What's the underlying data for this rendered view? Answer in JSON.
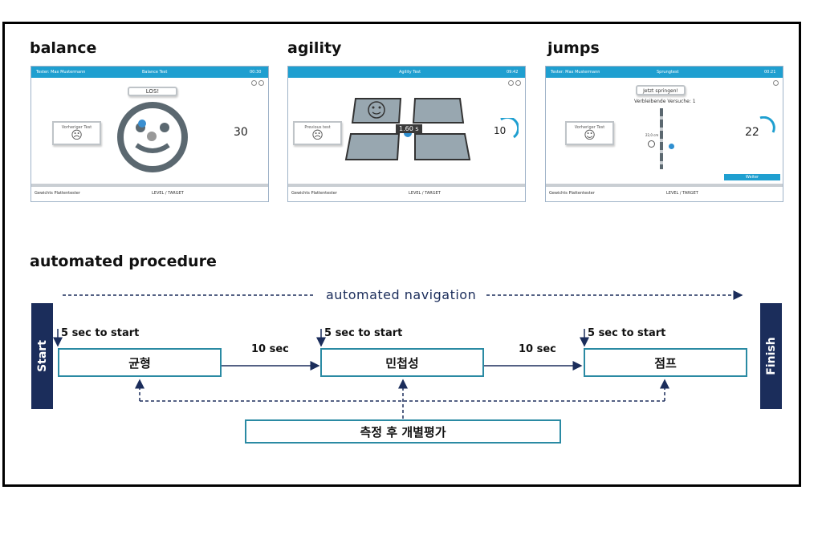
{
  "headings": {
    "balance": "balance",
    "agility": "agility",
    "jumps": "jumps",
    "procedure": "automated procedure"
  },
  "balance_shot": {
    "bar_left": "Tester: Max Mustermann",
    "bar_center": "Balance Test",
    "bar_right": "00:30",
    "prev_label": "Vorheriger Test",
    "los": "LOS!",
    "score": "30",
    "footer_left": "Gewichts Plattentester",
    "footer_right": "LEVEL / TARGET"
  },
  "agility_shot": {
    "bar_center": "Agility Test",
    "bar_right": "09:42",
    "prev_label": "Previous test",
    "timer": "1.60 s",
    "score": "10",
    "footer_left": "Gewichts Plattentester",
    "footer_right": "LEVEL / TARGET"
  },
  "jumps_shot": {
    "bar_left": "Tester: Max Mustermann",
    "bar_center": "Sprungtest",
    "bar_right": "00:21",
    "prompt": "Jetzt springen!",
    "tries": "Verbleibende Versuche: 1",
    "height": "22,0 cm",
    "prev_label": "Vorheriger Test",
    "score": "22",
    "next": "Weiter",
    "footer_left": "Gewichts Plattentester",
    "footer_right": "LEVEL / TARGET"
  },
  "procedure": {
    "nav": "automated navigation",
    "start": "Start",
    "finish": "Finish",
    "countdown": "5 sec to start",
    "gap": "10 sec",
    "steps": [
      "균형",
      "민첩성",
      "점프"
    ],
    "evaluation": "측정 후 개별평가"
  },
  "colors": {
    "navy": "#1b2d5b",
    "teal": "#2a8aa3",
    "app_blue": "#1f9fd0"
  }
}
